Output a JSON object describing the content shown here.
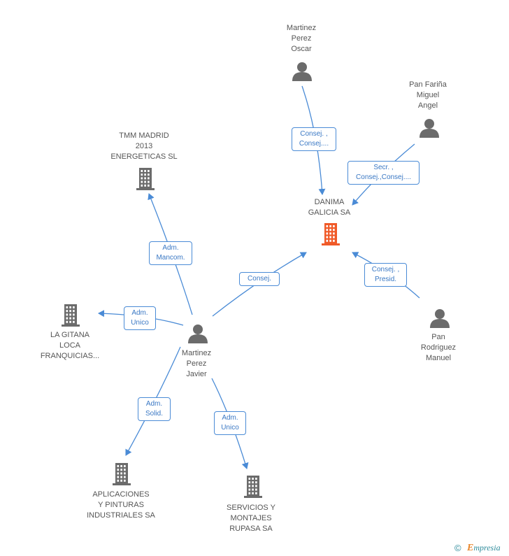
{
  "nodes": {
    "danima": {
      "name": "DANIMA\nGALICIA SA",
      "type": "company",
      "highlight": true
    },
    "tmm": {
      "name": "TMM MADRID\n2013\nENERGETICAS SL",
      "type": "company"
    },
    "gitana": {
      "name": "LA GITANA\nLOCA\nFRANQUICIAS...",
      "type": "company"
    },
    "aplicaciones": {
      "name": "APLICACIONES\nY PINTURAS\nINDUSTRIALES SA",
      "type": "company"
    },
    "servicios": {
      "name": "SERVICIOS Y\nMONTAJES\nRUPASA SA",
      "type": "company"
    },
    "javier": {
      "name": "Martinez\nPerez\nJavier",
      "type": "person"
    },
    "oscar": {
      "name": "Martinez\nPerez\nOscar",
      "type": "person"
    },
    "miguel": {
      "name": "Pan Fariña\nMiguel\nAngel",
      "type": "person"
    },
    "manuel": {
      "name": "Pan\nRodriguez\nManuel",
      "type": "person"
    }
  },
  "edges": [
    {
      "from": "oscar",
      "to": "danima",
      "label": "Consej. ,\nConsej...."
    },
    {
      "from": "miguel",
      "to": "danima",
      "label": "Secr. ,\nConsej.,Consej...."
    },
    {
      "from": "manuel",
      "to": "danima",
      "label": "Consej. ,\nPresid."
    },
    {
      "from": "javier",
      "to": "danima",
      "label": "Consej."
    },
    {
      "from": "javier",
      "to": "tmm",
      "label": "Adm.\nMancom."
    },
    {
      "from": "javier",
      "to": "gitana",
      "label": "Adm.\nUnico"
    },
    {
      "from": "javier",
      "to": "aplicaciones",
      "label": "Adm.\nSolid."
    },
    {
      "from": "javier",
      "to": "servicios",
      "label": "Adm.\nUnico"
    }
  ],
  "colors": {
    "company": "#6b6b6b",
    "highlight": "#f05a28",
    "person": "#6b6b6b",
    "edge": "#4a8bd6",
    "label_text": "#555555"
  },
  "footer": {
    "copyright": "©",
    "brand_initial": "E",
    "brand_rest": "mpresia"
  }
}
